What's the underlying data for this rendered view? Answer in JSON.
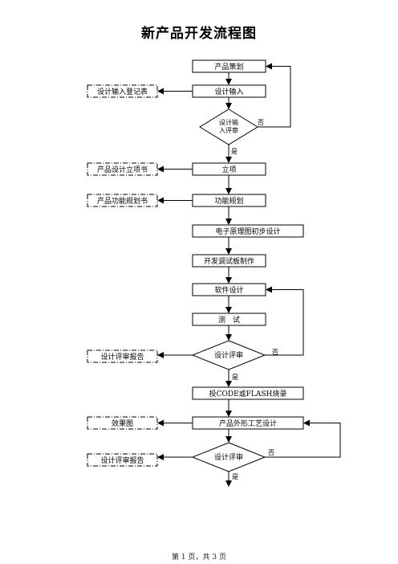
{
  "title": "新产品开发流程图",
  "boxes": {
    "b1": "产品策划",
    "b2": "设计输入",
    "b3": "立项",
    "b4": "功能规划",
    "b5": "电子原理图初步设计",
    "b6": "开发调试板制作",
    "b7": "软件设计",
    "b8": "测　试",
    "b9": "投CODE或FLASH烧录",
    "b10": "产品外形工艺设计"
  },
  "decisions": {
    "d1_line1": "设计输",
    "d1_line2": "入评审",
    "d2": "设计评审",
    "d3": "设计评审"
  },
  "documents": {
    "doc1": "设计输入登记表",
    "doc2": "产品设计立项书",
    "doc3": "产品功能规划书",
    "doc4": "设计评审报告",
    "doc5": "效果图",
    "doc6": "设计评审报告"
  },
  "labels": {
    "no": "否",
    "yes": "是"
  },
  "footer": "第 1 页，共 3 页"
}
